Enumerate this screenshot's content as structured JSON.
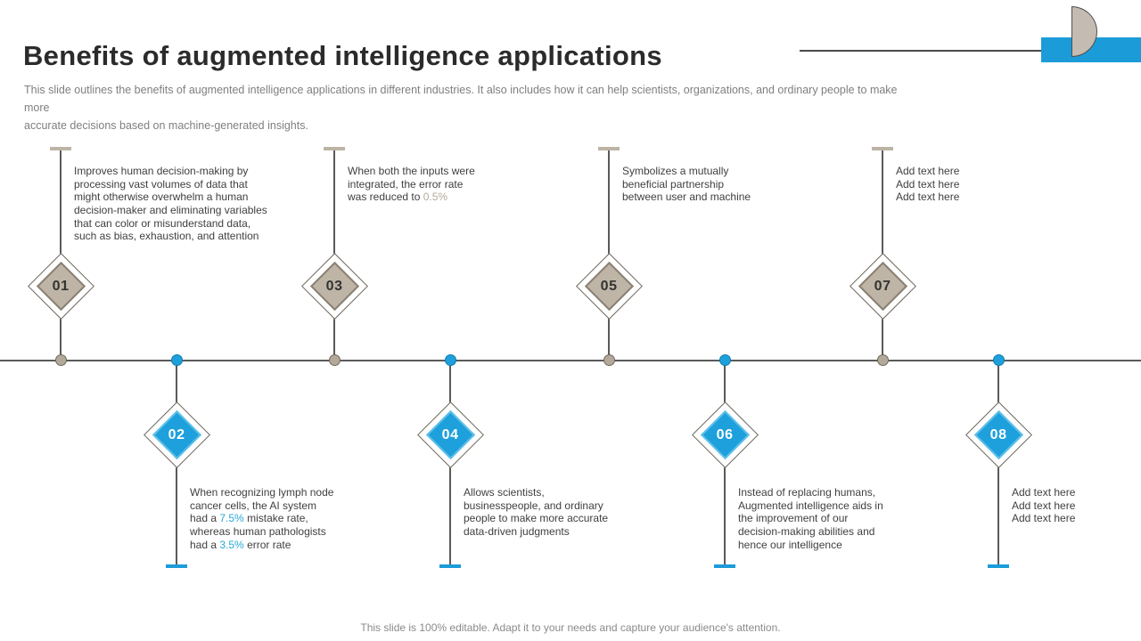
{
  "header": {
    "title": "Benefits of augmented intelligence applications",
    "subtitle": "This slide outlines the benefits of augmented intelligence applications in different industries. It also includes how it can help scientists, organizations, and ordinary people to make more\naccurate decisions based on machine-generated insights."
  },
  "footer": {
    "note": "This slide is 100% editable. Adapt it to your needs and capture your audience's attention."
  },
  "colors": {
    "accent_blue": "#1B9CD9",
    "accent_tan": "#BDB4A5",
    "highlight_blue": "#29A8DB",
    "highlight_tan": "#B3A99A",
    "text_dark": "#3F3F3F",
    "text_gray": "#7F7F7F",
    "line_gray": "#5A5A5A"
  },
  "timeline": {
    "items": [
      {
        "number": "01",
        "side": "top",
        "text_parts": [
          {
            "t": "Improves human decision-making by\nprocessing vast volumes of data that\nmight otherwise overwhelm a human\ndecision-maker and eliminating variables\nthat can color or misunderstand data,\nsuch as bias, exhaustion, and attention"
          }
        ]
      },
      {
        "number": "02",
        "side": "bottom",
        "text_parts": [
          {
            "t": "When recognizing lymph node\ncancer cells, the AI system\nhad a "
          },
          {
            "t": "7.5%",
            "color": "#29A8DB"
          },
          {
            "t": " mistake rate,\nwhereas human pathologists\nhad a "
          },
          {
            "t": "3.5%",
            "color": "#29A8DB"
          },
          {
            "t": " error rate"
          }
        ]
      },
      {
        "number": "03",
        "side": "top",
        "text_parts": [
          {
            "t": "When both the inputs were\nintegrated, the error rate\nwas reduced to "
          },
          {
            "t": "0.5%",
            "color": "#B3A99A"
          }
        ]
      },
      {
        "number": "04",
        "side": "bottom",
        "text_parts": [
          {
            "t": "Allows scientists,\nbusinesspeople, and ordinary\npeople to make more accurate\ndata-driven judgments"
          }
        ]
      },
      {
        "number": "05",
        "side": "top",
        "text_parts": [
          {
            "t": "Symbolizes a mutually\nbeneficial partnership\nbetween user and machine"
          }
        ]
      },
      {
        "number": "06",
        "side": "bottom",
        "text_parts": [
          {
            "t": "Instead of replacing humans,\nAugmented intelligence aids in\nthe improvement of our\ndecision-making abilities and\nhence our intelligence"
          }
        ]
      },
      {
        "number": "07",
        "side": "top",
        "text_parts": [
          {
            "t": "Add text here\nAdd text here\nAdd text here"
          }
        ]
      },
      {
        "number": "08",
        "side": "bottom",
        "text_parts": [
          {
            "t": "Add text here\nAdd text here\nAdd text here"
          }
        ]
      }
    ]
  }
}
